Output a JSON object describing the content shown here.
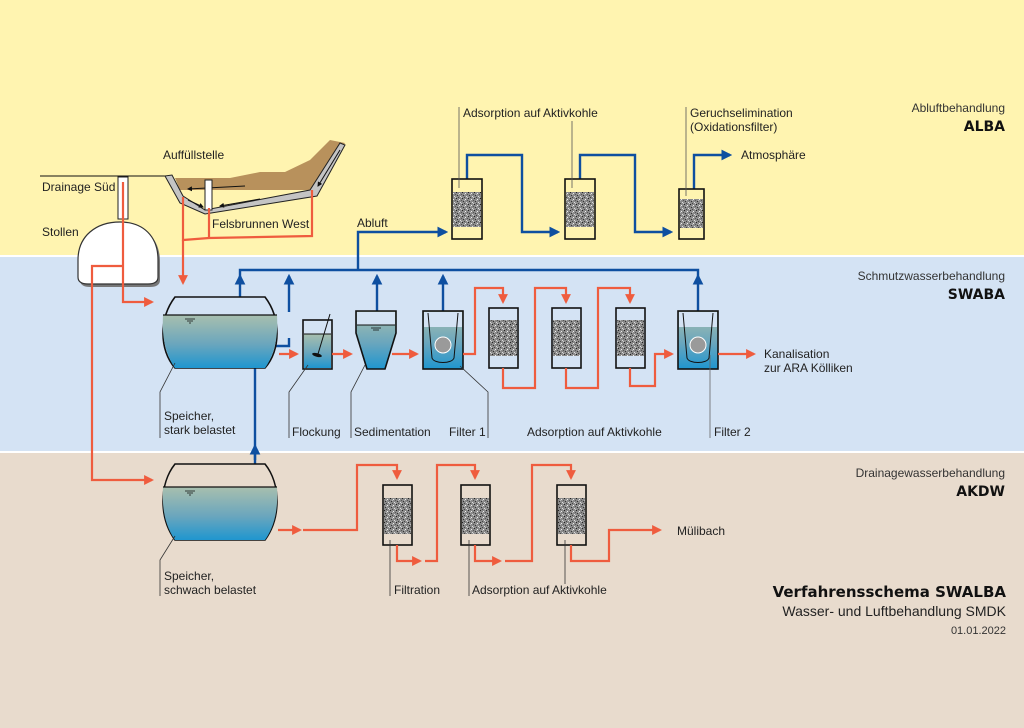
{
  "colors": {
    "zone_alba": "#fff4b0",
    "zone_swaba": "#d4e3f4",
    "zone_akdw": "#e8dbcd",
    "water_flow": "#ef5c3e",
    "air_flow": "#0e4fa0",
    "outline": "#111111",
    "earth": "#b8915c"
  },
  "zones": [
    {
      "id": "alba",
      "subtitle": "Abluftbehandlung",
      "title": "ALBA"
    },
    {
      "id": "swaba",
      "subtitle": "Schmutzwasserbehandlung",
      "title": "SWABA"
    },
    {
      "id": "akdw",
      "subtitle": "Drainagewasserbehandlung",
      "title": "AKDW"
    }
  ],
  "labels": {
    "auffuellstelle": "Auffüllstelle",
    "drainage_sued": "Drainage Süd",
    "stollen": "Stollen",
    "felsbrunnen_west": "Felsbrunnen West",
    "abluft": "Abluft",
    "alba_adsorption": "Adsorption auf Aktivkohle",
    "geruch_1": "Geruchselimination",
    "geruch_2": "(Oxidationsfilter)",
    "atmosphaere": "Atmosphäre",
    "speicher_stark_1": "Speicher,",
    "speicher_stark_2": "stark belastet",
    "flockung": "Flockung",
    "sedimentation": "Sedimentation",
    "filter1": "Filter 1",
    "swaba_adsorption": "Adsorption auf Aktivkohle",
    "filter2": "Filter 2",
    "kanalisation_1": "Kanalisation",
    "kanalisation_2": "zur ARA Kölliken",
    "speicher_schwach_1": "Speicher,",
    "speicher_schwach_2": "schwach belastet",
    "filtration": "Filtration",
    "akdw_adsorption": "Adsorption auf Aktivkohle",
    "muelibach": "Mülibach"
  },
  "footer": {
    "title": "Verfahrensschema SWALBA",
    "subtitle": "Wasser- und Luftbehandlung SMDK",
    "date": "01.01.2022"
  }
}
